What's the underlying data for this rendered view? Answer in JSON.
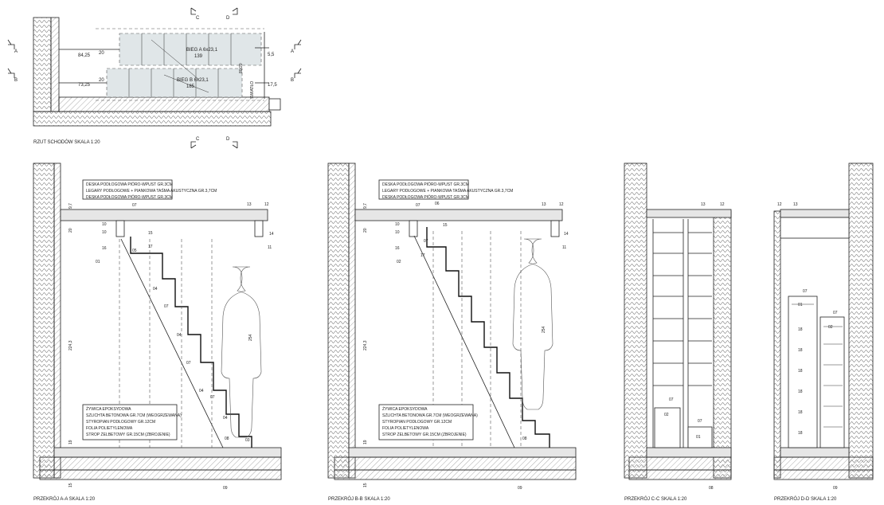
{
  "plan": {
    "title": "RZUT SCHODÓW SKALA 1:20",
    "section_marks": {
      "a": "A",
      "b": "B",
      "c": "C",
      "d": "D"
    },
    "run_a": "BIEG A 6x23,1",
    "run_a_len": "139",
    "run_b": "BIEG B 6x23,1",
    "run_b_len": "185",
    "dims": {
      "top_width": "84,25",
      "lower_width": "73,25",
      "gap_1": "5,5",
      "gap_2": "17,5",
      "small_a": "20",
      "small_b": "20",
      "vertical": "80/20",
      "opening": "SWIATŁO"
    }
  },
  "section_a": {
    "title": "PRZEKRÓJ A-A SKALA 1:20",
    "top_layers": [
      "DESKA PODŁOGOWA PIÓRO-WPUST GR.3CM",
      "LEGARY PODŁOGOWE + PIANKOWA TAŚMA AKUSTYCZNA GR.3,7CM",
      "DESKA PODŁOGOWA PIÓRO-WPUST GR.3CM"
    ],
    "bottom_layers": [
      "ŻYWICA EPOKSYDOWA",
      "SZLICHTA BETONOWA GR.7CM (WEOGRZEWANA)",
      "STYROPIAN PODŁOGOWY GR.12CM",
      "FOLIA POLIETYLENOWA",
      "STROP ŻELBETOWY GR.15CM (ZBROJENIE)"
    ],
    "height": "224,3",
    "person_height": "254",
    "dim_top": "9,7",
    "dim_mid": "20",
    "dim_bottom": "19",
    "dim_base": "15",
    "labels": [
      "13",
      "12",
      "10",
      "10",
      "15",
      "16",
      "17",
      "05",
      "11",
      "01",
      "14",
      "07",
      "04",
      "07",
      "04",
      "07",
      "04",
      "07",
      "04",
      "08",
      "03",
      "09"
    ]
  },
  "section_b": {
    "title": "PRZEKRÓJ B-B SKALA 1:20",
    "top_layers": [
      "DESKA PODŁOGOWA PIÓRO-WPUST GR.3CM",
      "LEGARY PODŁOGOWE + PIANKOWA TAŚMA AKUSTYCZNA GR.3,7CM",
      "DESKA PODŁOGOWA PIÓRO-WPUST GR.3CM"
    ],
    "bottom_layers": [
      "ŻYWICA EPOKSYDOWA",
      "SZLICHTA BETONOWA GR.7CM (WEOGRZEWANA)",
      "STYROPIAN PODŁOGOWY GR.12CM",
      "FOLIA POLIETYLENOWA",
      "STROP ŻELBETOWY GR.15CM (ZBROJENIE)"
    ],
    "height": "224,3",
    "person_height": "254",
    "dim_top": "9,7",
    "dim_mid": "20",
    "dim_bottom": "19",
    "dim_base": "15",
    "labels": [
      "13",
      "12",
      "07",
      "06",
      "10",
      "10",
      "15",
      "16",
      "02",
      "17",
      "07",
      "14",
      "11",
      "08",
      "09"
    ]
  },
  "section_c": {
    "title": "PRZEKRÓJ C-C SKALA 1:20",
    "labels": [
      "13",
      "12",
      "07",
      "02",
      "07",
      "01",
      "08"
    ]
  },
  "section_d": {
    "title": "PRZEKRÓJ D-D SKALA 1:20",
    "labels": [
      "12",
      "13",
      "07",
      "01",
      "07",
      "02",
      "18",
      "18",
      "18",
      "18",
      "18",
      "18",
      "09"
    ]
  }
}
